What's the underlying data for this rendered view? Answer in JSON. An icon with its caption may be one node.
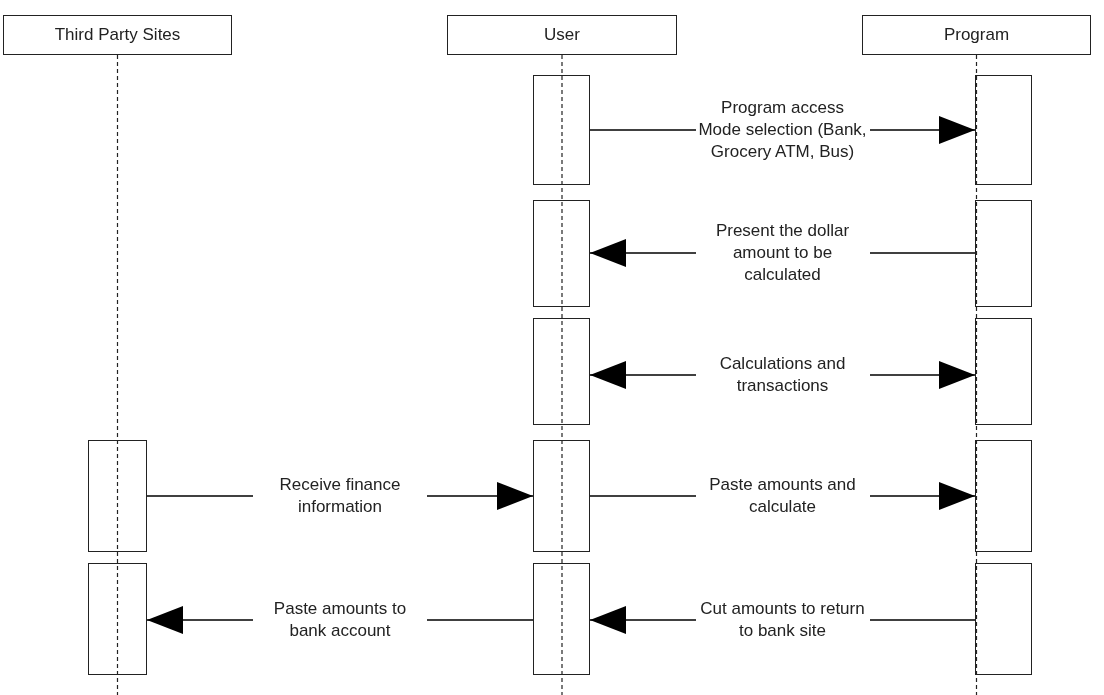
{
  "diagram": {
    "nodes": [
      {
        "text": [
          "Third Party Sites"
        ]
      },
      {
        "text": [
          "User"
        ]
      },
      {
        "text": [
          "Program"
        ]
      },
      {
        "text": [],
        "shape": "box"
      },
      {
        "text": [],
        "shape": "box"
      },
      {
        "text": [],
        "shape": "box"
      },
      {
        "text": [],
        "shape": "box"
      },
      {
        "text": [],
        "shape": "box"
      },
      {
        "text": [],
        "shape": "box"
      },
      {
        "text": [],
        "shape": "box"
      },
      {
        "text": [],
        "shape": "box"
      },
      {
        "text": [],
        "shape": "box"
      },
      {
        "text": [],
        "shape": "box"
      },
      {
        "text": [],
        "shape": "box"
      },
      {
        "text": [],
        "shape": "box"
      }
    ],
    "edges": [
      {
        "from": 3,
        "to": 4,
        "arrow": "to",
        "label": "Program access Mode selection (Bank, Grocery ATM, Bus)"
      },
      {
        "from": 6,
        "to": 5,
        "arrow": "to",
        "label": "Present the dollar amount to be calculated"
      },
      {
        "from": 7,
        "to": 8,
        "arrow": "both",
        "label": "Calculations and transactions"
      },
      {
        "from": 9,
        "to": 10,
        "arrow": "to",
        "label": "Receive finance information"
      },
      {
        "from": 10,
        "to": 11,
        "arrow": "to",
        "label": "Paste amounts and calculate"
      },
      {
        "from": 13,
        "to": 12,
        "arrow": "to",
        "label": "Paste amounts to bank account"
      },
      {
        "from": 14,
        "to": 13,
        "arrow": "to",
        "label": "Cut amounts to return to bank site"
      }
    ]
  }
}
